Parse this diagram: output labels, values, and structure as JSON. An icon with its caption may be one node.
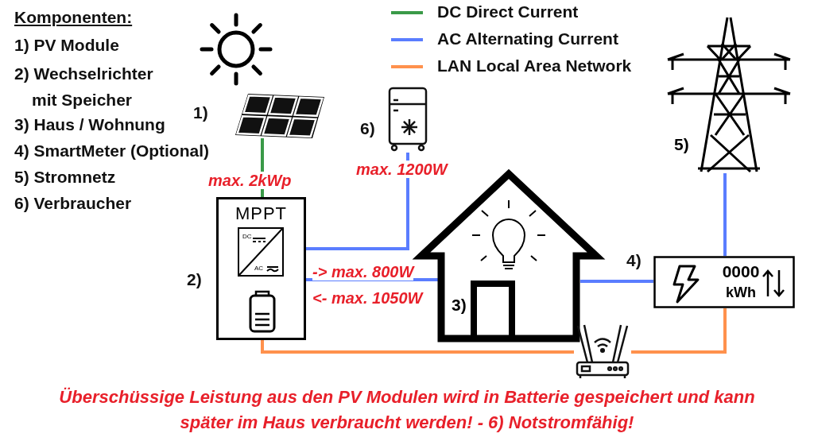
{
  "diagram": {
    "caption": "Überschüssige Leistung aus den PV Modulen wird in Batterie gespeichert und kann später im Haus verbraucht werden! - 6) Notstromfähig!",
    "nodes": [
      {
        "text": [],
        "shape": "picture",
        "beside": [
          "1)"
        ]
      },
      {
        "text": [
          "MPPT"
        ],
        "beside": [
          "2)"
        ]
      },
      {
        "text": [],
        "shape": "picture",
        "beside": [
          "6)"
        ]
      },
      {
        "text": [
          "3)"
        ]
      },
      {
        "text": [
          "0000",
          "kWh"
        ],
        "beside": [
          "4)"
        ]
      },
      {
        "text": [
          "5)"
        ]
      },
      {
        "text": [],
        "shape": "picture"
      }
    ],
    "edges": [
      {
        "from": 0,
        "to": 1,
        "arrow": "none",
        "label": "max. 2kWp",
        "color": "#3a9a48"
      },
      {
        "from": 1,
        "to": 2,
        "arrow": "none",
        "label": "max. 1200W"
      },
      {
        "from": 1,
        "to": 3,
        "arrow": "none",
        "label": "-> max. 800W"
      },
      {
        "from": 3,
        "to": 4,
        "arrow": "none"
      },
      {
        "from": 4,
        "to": 5,
        "arrow": "none"
      },
      {
        "from": 1,
        "to": 6,
        "arrow": "none",
        "color": "#ff914d"
      },
      {
        "from": 6,
        "to": 4,
        "arrow": "none",
        "color": "#ff914d"
      }
    ],
    "labels": [
      "Komponenten:",
      "1) PV Module",
      "2) Wechselrichter mit Speicher",
      "3) Haus / Wohnung",
      "4) SmartMeter (Optional)",
      "5) Stromnetz",
      "6) Verbraucher",
      "DC",
      "AC",
      "<- max. 1050W"
    ],
    "legend": [
      {
        "text": "DC Direct Current",
        "color": "#3a9a48"
      },
      {
        "text": "AC Alternating Current",
        "color": "#5a7dff"
      },
      {
        "text": "LAN Local Area Network",
        "color": "#ff914d"
      }
    ]
  }
}
